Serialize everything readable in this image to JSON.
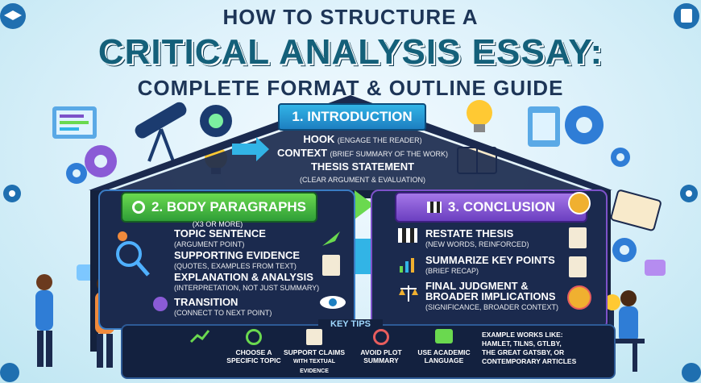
{
  "title": {
    "line1": "HOW TO STRUCTURE A",
    "line2": "CRITICAL ANALYSIS ESSAY:",
    "line3": "COMPLETE FORMAT & OUTLINE GUIDE"
  },
  "introduction": {
    "heading": "1. INTRODUCTION",
    "items": [
      {
        "label": "HOOK",
        "note": "(ENGAGE THE READER)"
      },
      {
        "label": "CONTEXT",
        "note": "(BRIEF SUMMARY OF THE WORK)"
      },
      {
        "label": "THESIS STATEMENT",
        "note": "(CLEAR ARGUMENT & EVALUATION)"
      }
    ]
  },
  "body": {
    "heading": "2. BODY PARAGRAPHS",
    "subheading": "(X3 OR MORE)",
    "items": [
      {
        "label": "TOPIC SENTENCE",
        "note": "(ARGUMENT POINT)"
      },
      {
        "label": "SUPPORTING EVIDENCE",
        "note": "(QUOTES, EXAMPLES FROM TEXT)"
      },
      {
        "label": "EXPLANATION & ANALYSIS",
        "note": "(INTERPRETATION, NOT JUST SUMMARY)"
      },
      {
        "label": "TRANSITION",
        "note": "(CONNECT TO NEXT POINT)"
      }
    ]
  },
  "conclusion": {
    "heading": "3. CONCLUSION",
    "items": [
      {
        "label": "RESTATE THESIS",
        "note": "(NEW WORDS, REINFORCED)"
      },
      {
        "label": "SUMMARIZE KEY POINTS",
        "note": "(BRIEF RECAP)"
      },
      {
        "label": "FINAL JUDGMENT &",
        "label2": "BROADER IMPLICATIONS",
        "note": "(SIGNIFICANCE, BROADER CONTEXT)"
      }
    ]
  },
  "key_tips": {
    "heading": "KEY TIPS",
    "tips": [
      {
        "line1": "CHOOSE A",
        "line2": "SPECIFIC TOPIC"
      },
      {
        "line1": "SUPPORT CLAIMS",
        "line2": "WITH TEXTUAL EVIDENCE"
      },
      {
        "line1": "AVOID PLOT",
        "line2": "SUMMARY"
      },
      {
        "line1": "USE ACADEMIC",
        "line2": "LANGUAGE"
      }
    ],
    "example": {
      "line1": "EXAMPLE WORKS LIKE:",
      "line2": "HAMLET, TILNS, GTLBY,",
      "line3": "THE GREAT GATSBY, OR",
      "line4": "CONTEMPORARY ARTICLES"
    }
  },
  "colors": {
    "intro": "#1d7fc1",
    "body": "#2f9e37",
    "conclusion": "#6b3fc0",
    "navy": "#1b2a4e"
  }
}
